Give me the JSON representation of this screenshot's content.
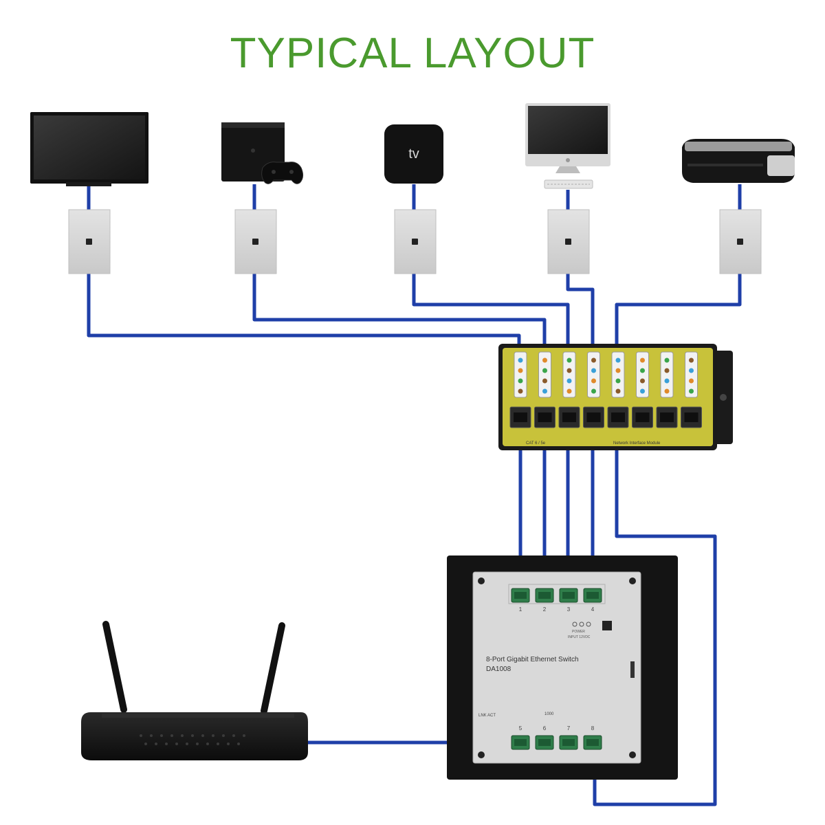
{
  "title": "TYPICAL LAYOUT",
  "colors": {
    "title": "#4a9a2e",
    "cable": "#1f3fa8",
    "panel_board": "#c8c23a",
    "device_dark": "#1a1a1a",
    "switch_plate": "#d9d9d9"
  },
  "devices": [
    {
      "id": "tv",
      "icon": "television-icon"
    },
    {
      "id": "game-console",
      "icon": "game-console-icon"
    },
    {
      "id": "apple-tv",
      "icon": "apple-tv-icon",
      "label": "tv"
    },
    {
      "id": "desktop",
      "icon": "desktop-computer-icon"
    },
    {
      "id": "printer",
      "icon": "printer-icon"
    }
  ],
  "wall_plates": 5,
  "patch_panel": {
    "ports": 8,
    "label_left": "CAT 6 / 5e",
    "label_right": "Network Interface Module"
  },
  "switch": {
    "title": "8-Port Gigabit Ethernet Switch",
    "model": "DA1008",
    "top_ports": [
      "1",
      "2",
      "3",
      "4"
    ],
    "bottom_ports": [
      "5",
      "6",
      "7",
      "8"
    ],
    "link_act": "LNK ACT",
    "speed": "1000",
    "power": "POWER",
    "input": "INPUT 12VDC"
  },
  "router": {
    "icon": "router-icon"
  }
}
